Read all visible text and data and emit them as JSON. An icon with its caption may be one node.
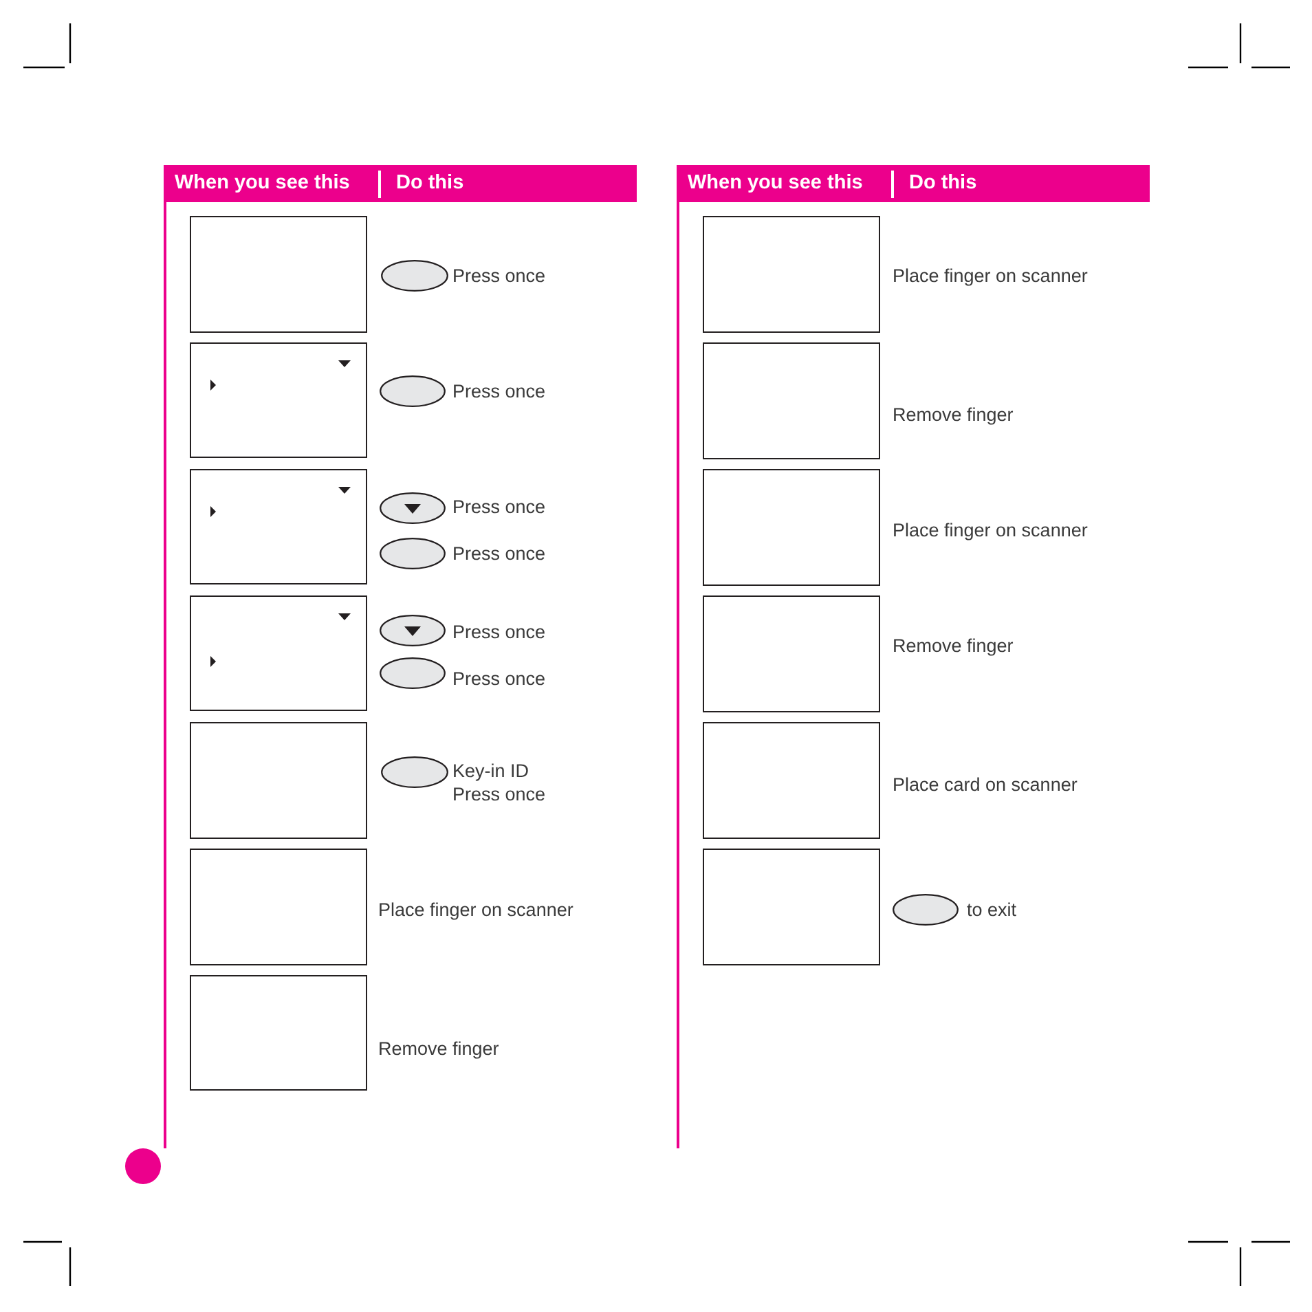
{
  "diagram": {
    "nodes": [
      {
        "text": [
          "When you see this",
          "Do this"
        ]
      },
      {
        "text": [],
        "shape": "box"
      },
      {
        "text": [],
        "shape": "ellipse",
        "beside": [
          "Press once"
        ]
      },
      {
        "text": [],
        "shape": "box"
      },
      {
        "text": [],
        "shape": "ellipse",
        "beside": [
          "Press once"
        ]
      },
      {
        "text": [],
        "shape": "box"
      },
      {
        "text": [],
        "shape": "ellipse",
        "beside": [
          "Press once"
        ]
      },
      {
        "text": [],
        "shape": "ellipse",
        "beside": [
          "Press once"
        ]
      },
      {
        "text": [],
        "shape": "box"
      },
      {
        "text": [],
        "shape": "ellipse",
        "beside": [
          "Press once"
        ]
      },
      {
        "text": [],
        "shape": "ellipse",
        "beside": [
          "Press once"
        ]
      },
      {
        "text": [],
        "shape": "box"
      },
      {
        "text": [],
        "shape": "ellipse",
        "beside": [
          "Key-in ID",
          "Press once"
        ]
      },
      {
        "text": [],
        "shape": "box",
        "beside": [
          "Place finger on scanner"
        ]
      },
      {
        "text": [],
        "shape": "box",
        "beside": [
          "Remove finger"
        ]
      },
      {
        "text": [
          "When you see this",
          "Do this"
        ]
      },
      {
        "text": [],
        "shape": "box",
        "beside": [
          "Place finger on scanner"
        ]
      },
      {
        "text": [],
        "shape": "box",
        "beside": [
          "Remove finger"
        ]
      },
      {
        "text": [],
        "shape": "box",
        "beside": [
          "Place finger on scanner"
        ]
      },
      {
        "text": [],
        "shape": "box",
        "beside": [
          "Remove finger"
        ]
      },
      {
        "text": [],
        "shape": "box",
        "beside": [
          "Place card on scanner"
        ]
      },
      {
        "text": [],
        "shape": "box"
      },
      {
        "text": [],
        "shape": "ellipse",
        "beside": [
          "to exit"
        ]
      }
    ]
  }
}
